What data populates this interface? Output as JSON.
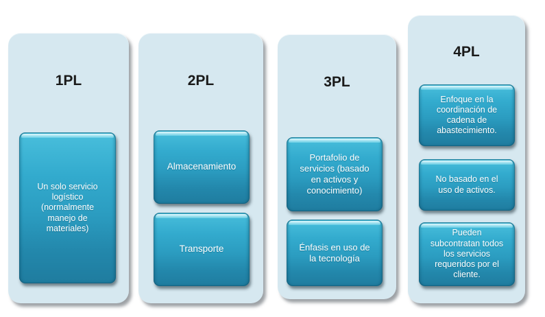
{
  "diagram": {
    "kind": "column-diagram",
    "palette": {
      "page_bg": "#ffffff",
      "panel_bg": "#d6e8f0",
      "box_gradient_top": "#49bfdc",
      "box_gradient_bottom": "#1f7c9f",
      "box_highlight": "#9fe4f2",
      "box_text": "#ffffff",
      "title_text": "#1a1a1a"
    },
    "columns": [
      {
        "title": "1PL",
        "boxes": [
          "Un solo servicio logístico (normalmente manejo de materiales)"
        ]
      },
      {
        "title": "2PL",
        "boxes": [
          "Almacenamiento",
          "Transporte"
        ]
      },
      {
        "title": "3PL",
        "boxes": [
          "Portafolio de servicios (basado en activos y conocimiento)",
          "Énfasis en uso de la tecnología"
        ]
      },
      {
        "title": "4PL",
        "boxes": [
          "Enfoque en la coordinación de cadena de abastecimiento.",
          "No basado en el uso de activos.",
          "Pueden subcontratan todos los servicios requeridos por el cliente."
        ]
      }
    ]
  }
}
